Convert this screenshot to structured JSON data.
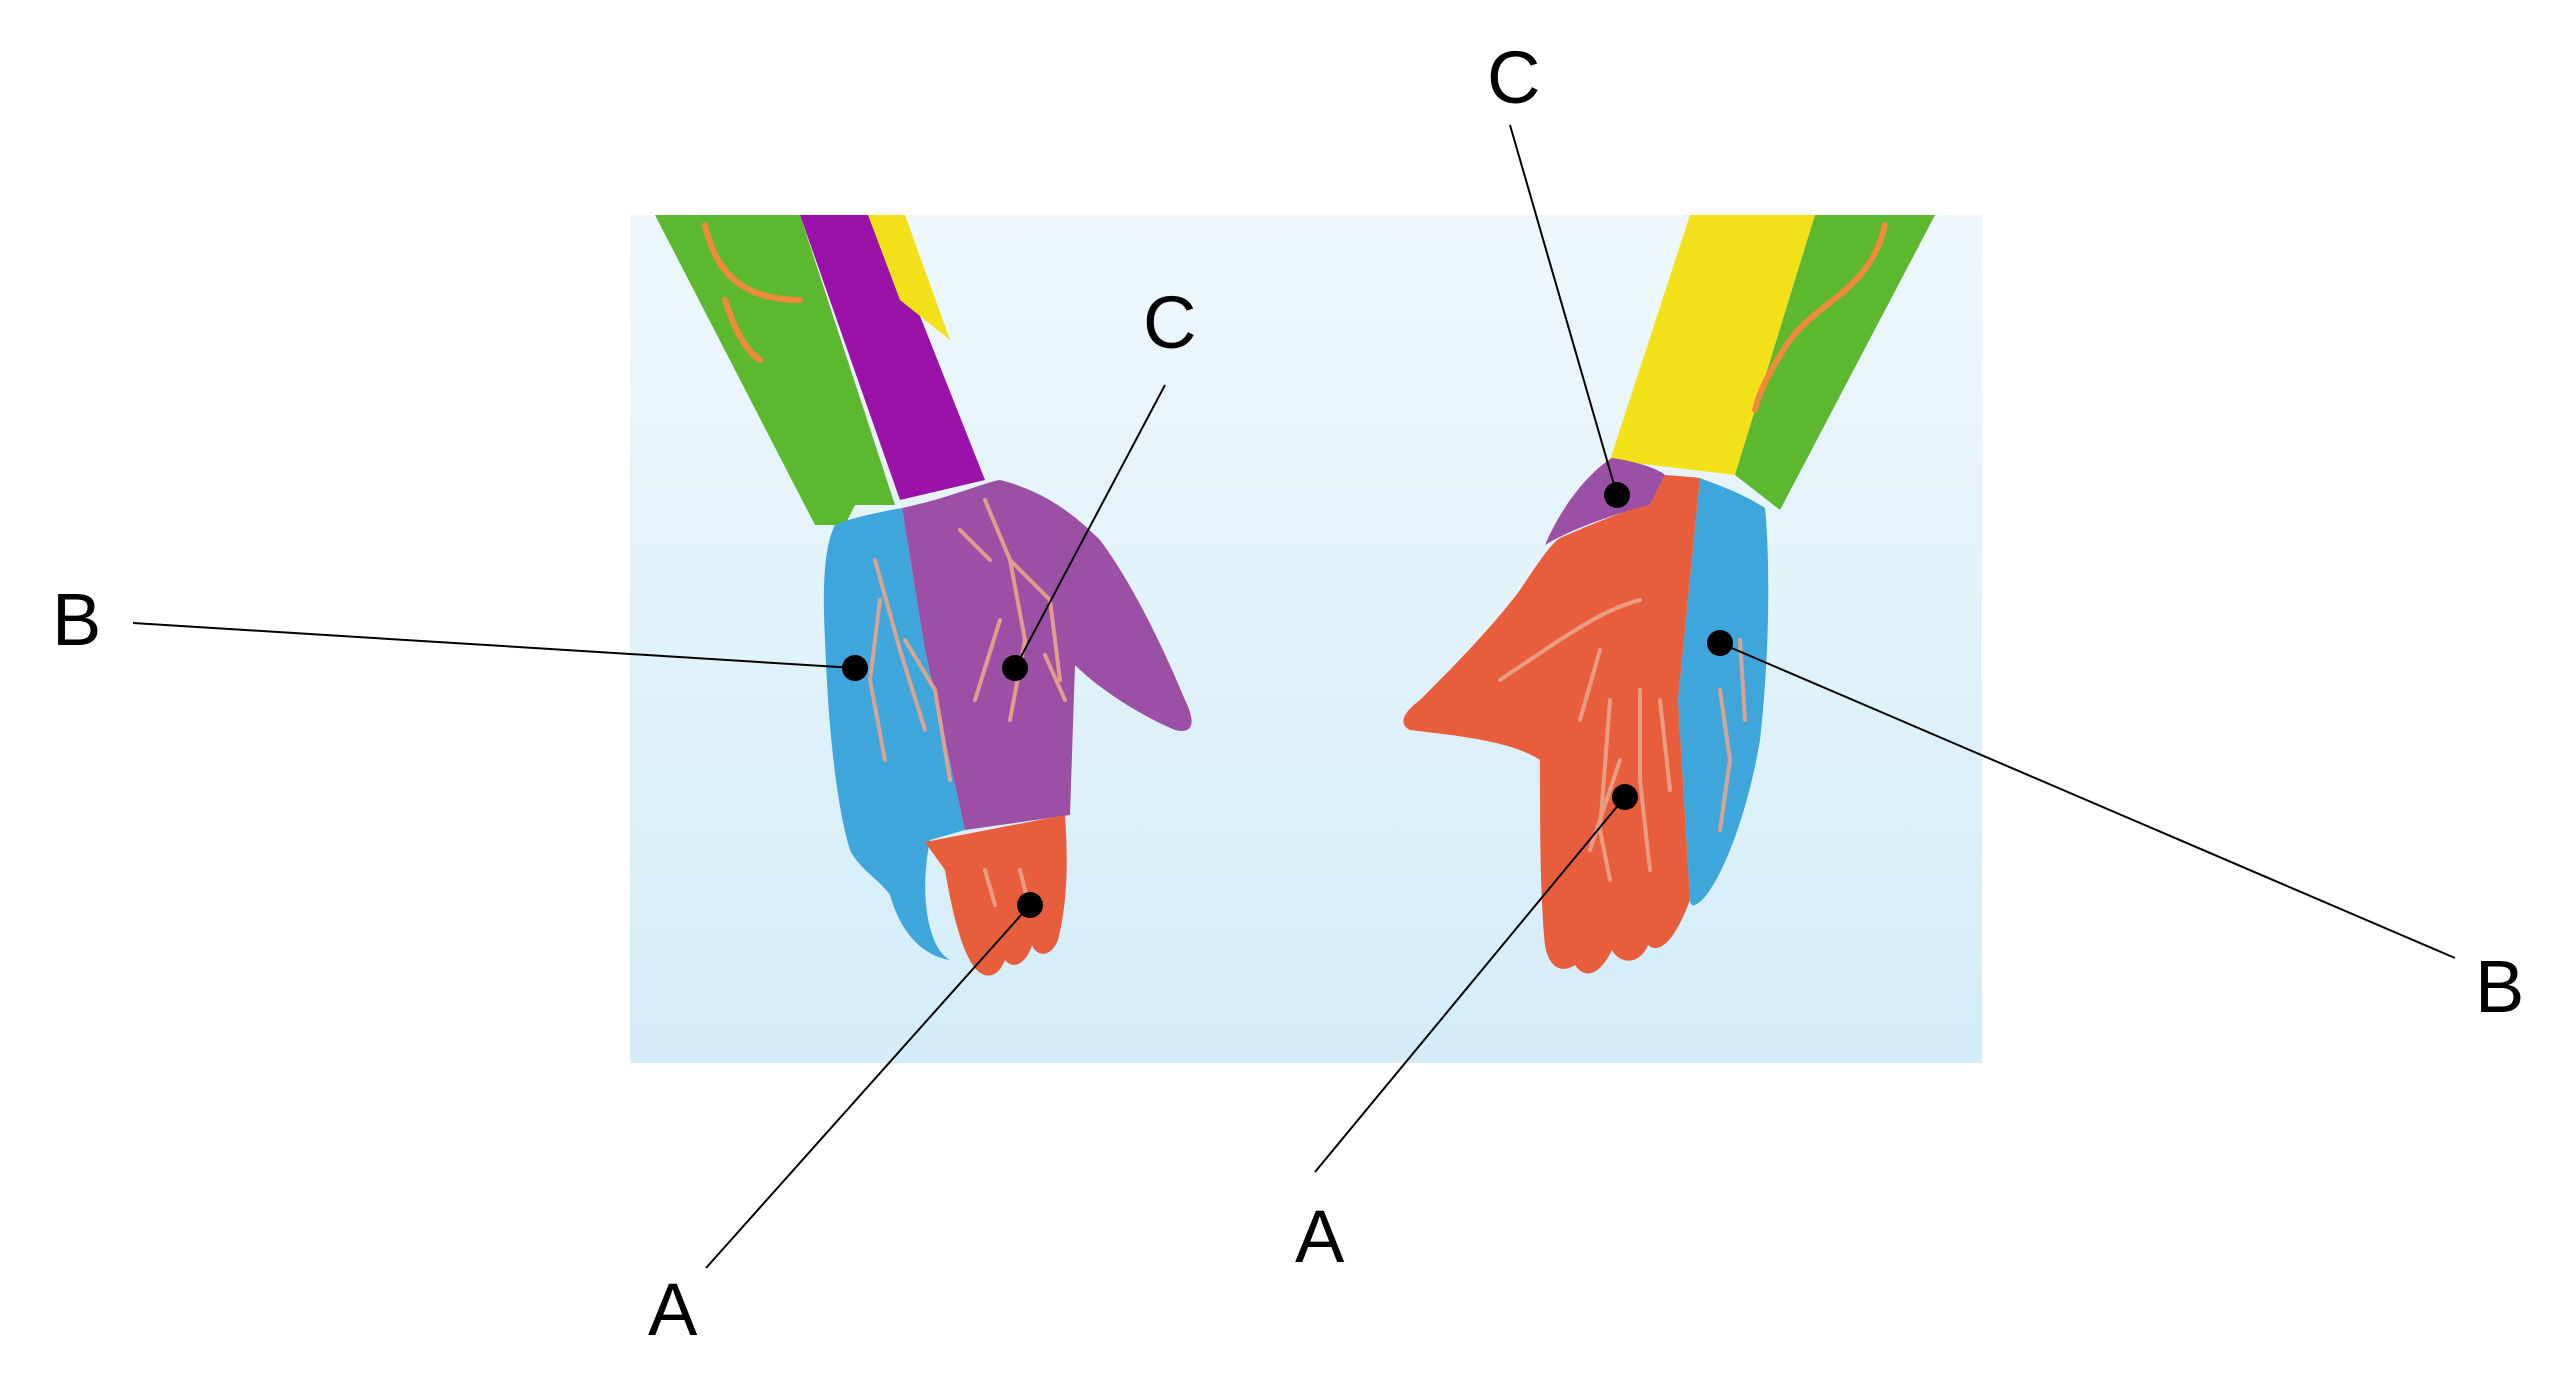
{
  "diagram": {
    "colors": {
      "background_top": "#eef8fc",
      "background_bottom": "#d3ecf7",
      "green": "#5cb82e",
      "purple": "#9a12a8",
      "yellow": "#f2e018",
      "blue": "#3fa6dc",
      "violet": "#9b50a6",
      "orange": "#e85e3c"
    },
    "labels": [
      {
        "id": "left-a",
        "text": "A"
      },
      {
        "id": "left-b",
        "text": "B"
      },
      {
        "id": "left-c",
        "text": "C"
      },
      {
        "id": "right-a",
        "text": "A"
      },
      {
        "id": "right-b",
        "text": "B"
      },
      {
        "id": "right-c",
        "text": "C"
      }
    ]
  }
}
